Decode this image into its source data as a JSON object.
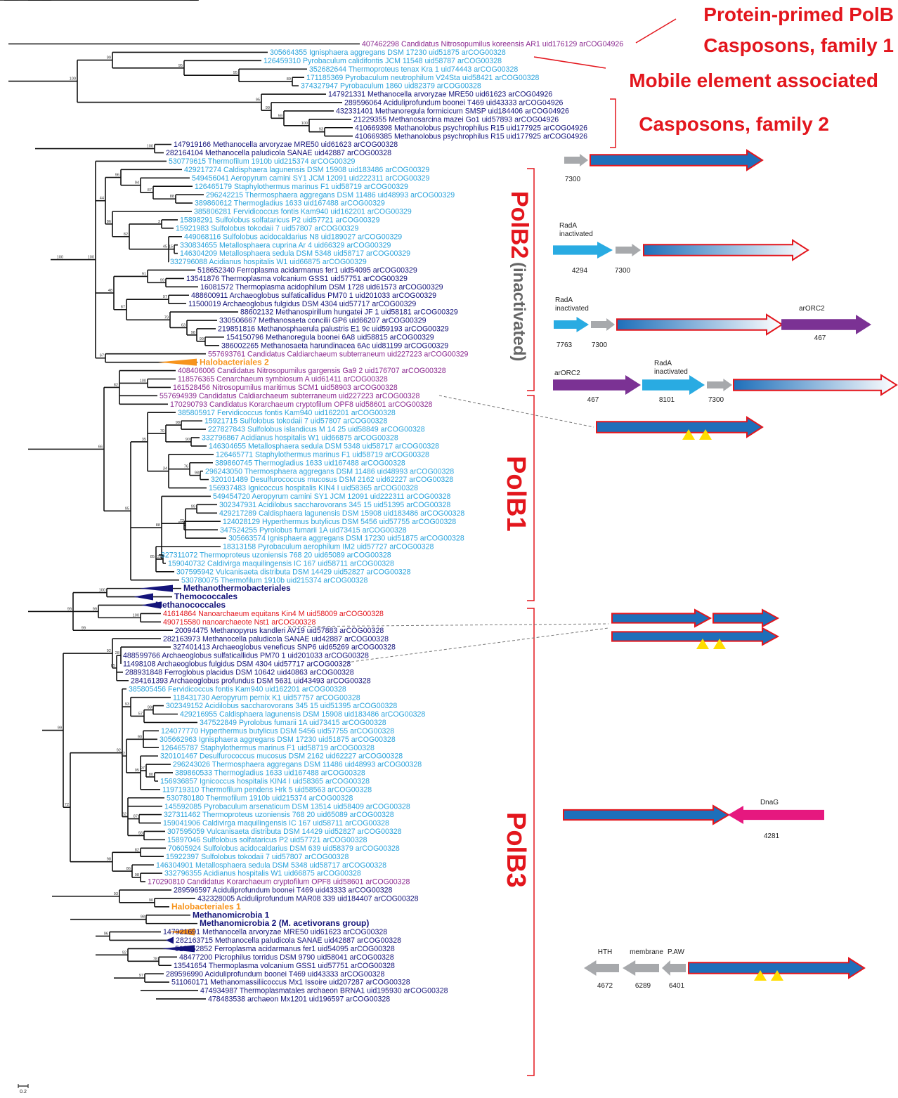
{
  "colors": {
    "crenarchaea": "#2aa3dc",
    "euryarchaea": "#14147a",
    "other": "#8b2a90",
    "nano": "#e3161d",
    "halo": "#f7941d",
    "annot": "#e3161d",
    "polb": "#1e6fba",
    "rada": "#29abe2",
    "orc": "#7b3294",
    "dnag": "#e6187f",
    "grey": "#a7a9ac",
    "motif": "#ffdd00"
  },
  "annotations": {
    "protein_primed_line1": "Protein-primed PolB",
    "protein_primed_line2": "Casposons, family 1",
    "mobile_element": "Mobile element associated",
    "casposons_family2": "Casposons, family 2",
    "polb2": "PolB2",
    "polb2_sub": "(inactivated)",
    "polb1": "PolB1",
    "polb3": "PolB3"
  },
  "scale_bar": "0.2",
  "leaves": [
    {
      "t": "407462298  Candidatus Nitrosopumilus koreensis AR1 uid176129  arCOG04926",
      "c": "other"
    },
    {
      "t": "305664355  Ignisphaera aggregans DSM 17230 uid51875  arCOG00328",
      "c": "crenarchaea"
    },
    {
      "t": "126459310  Pyrobaculum calidifontis JCM 11548 uid58787  arCOG00328",
      "c": "crenarchaea"
    },
    {
      "t": "352682644  Thermoproteus tenax Kra 1 uid74443  arCOG00328",
      "c": "crenarchaea"
    },
    {
      "t": "171185369  Pyrobaculum neutrophilum V24Sta uid58421  arCOG00328",
      "c": "crenarchaea"
    },
    {
      "t": "374327947  Pyrobaculum 1860 uid82379  arCOG00328",
      "c": "crenarchaea"
    },
    {
      "t": "147921331  Methanocella arvoryzae MRE50 uid61623  arCOG04926",
      "c": "euryarchaea"
    },
    {
      "t": "289596064  Aciduliprofundum boonei T469 uid43333  arCOG04926",
      "c": "euryarchaea"
    },
    {
      "t": "432331401  Methanoregula formicicum SMSP uid184406  arCOG04926",
      "c": "euryarchaea"
    },
    {
      "t": "21229355  Methanosarcina mazei Go1 uid57893  arCOG04926",
      "c": "euryarchaea"
    },
    {
      "t": "410669398  Methanolobus psychrophilus R15 uid177925  arCOG04926",
      "c": "euryarchaea"
    },
    {
      "t": "410669385  Methanolobus psychrophilus R15 uid177925  arCOG04926",
      "c": "euryarchaea"
    },
    {
      "t": "147919166  Methanocella arvoryzae MRE50 uid61623  arCOG00328",
      "c": "euryarchaea"
    },
    {
      "t": "282164104  Methanocella paludicola SANAE uid42887  arCOG00328",
      "c": "euryarchaea"
    },
    {
      "t": "530779615  Thermofilum 1910b uid215374  arCOG00329",
      "c": "crenarchaea"
    },
    {
      "t": "429217274  Caldisphaera lagunensis DSM 15908 uid183486  arCOG00329",
      "c": "crenarchaea"
    },
    {
      "t": "549456041  Aeropyrum camini SY1   JCM 12091 uid222311  arCOG00329",
      "c": "crenarchaea"
    },
    {
      "t": "126465179  Staphylothermus marinus F1 uid58719  arCOG00329",
      "c": "crenarchaea"
    },
    {
      "t": "296242215  Thermosphaera aggregans DSM 11486 uid48993  arCOG00329",
      "c": "crenarchaea"
    },
    {
      "t": "389860612  Thermogladius 1633 uid167488  arCOG00329",
      "c": "crenarchaea"
    },
    {
      "t": "385806281  Fervidicoccus fontis Kam940 uid162201  arCOG00329",
      "c": "crenarchaea"
    },
    {
      "t": "15898291  Sulfolobus solfataricus P2 uid57721  arCOG00329",
      "c": "crenarchaea"
    },
    {
      "t": "15921983  Sulfolobus tokodaii 7 uid57807  arCOG00329",
      "c": "crenarchaea"
    },
    {
      "t": "449068116  Sulfolobus acidocaldarius N8 uid189027  arCOG00329",
      "c": "crenarchaea"
    },
    {
      "t": "330834655  Metallosphaera cuprina Ar 4 uid66329  arCOG00329",
      "c": "crenarchaea"
    },
    {
      "t": "146304209  Metallosphaera sedula DSM 5348 uid58717  arCOG00329",
      "c": "crenarchaea"
    },
    {
      "t": "332796088  Acidianus hospitalis W1 uid66875  arCOG00329",
      "c": "crenarchaea"
    },
    {
      "t": "518652340  Ferroplasma acidarmanus fer1 uid54095  arCOG00329",
      "c": "euryarchaea"
    },
    {
      "t": "13541876  Thermoplasma volcanium GSS1 uid57751  arCOG00329",
      "c": "euryarchaea"
    },
    {
      "t": "16081572  Thermoplasma acidophilum DSM 1728 uid61573  arCOG00329",
      "c": "euryarchaea"
    },
    {
      "t": "488600911  Archaeoglobus sulfaticallidus PM70 1 uid201033  arCOG00329",
      "c": "euryarchaea"
    },
    {
      "t": "11500019  Archaeoglobus fulgidus DSM 4304 uid57717  arCOG00329",
      "c": "euryarchaea"
    },
    {
      "t": "88602132  Methanospirillum hungatei JF 1 uid58181  arCOG00329",
      "c": "euryarchaea"
    },
    {
      "t": "330506667  Methanosaeta concilii GP6 uid66207  arCOG00329",
      "c": "euryarchaea"
    },
    {
      "t": "219851816  Methanosphaerula palustris E1 9c uid59193  arCOG00329",
      "c": "euryarchaea"
    },
    {
      "t": "154150796  Methanoregula boonei 6A8 uid58815  arCOG00329",
      "c": "euryarchaea"
    },
    {
      "t": "386002265  Methanosaeta harundinacea 6Ac uid81199  arCOG00329",
      "c": "euryarchaea"
    },
    {
      "t": "557693761  Candidatus Caldiarchaeum subterraneum uid227223  arCOG00329",
      "c": "other"
    },
    {
      "t": "Halobacteriales 2",
      "c": "halo",
      "clade": true
    },
    {
      "t": "408406006  Candidatus Nitrosopumilus gargensis Ga9 2 uid176707  arCOG00328",
      "c": "other"
    },
    {
      "t": "118576365  Cenarchaeum symbiosum A uid61411  arCOG00328",
      "c": "other"
    },
    {
      "t": "161528456  Nitrosopumilus maritimus SCM1 uid58903  arCOG00328",
      "c": "other"
    },
    {
      "t": "557694939  Candidatus Caldiarchaeum subterraneum uid227223  arCOG00328",
      "c": "other"
    },
    {
      "t": "170290793  Candidatus Korarchaeum cryptofilum OPF8 uid58601  arCOG00328",
      "c": "other"
    },
    {
      "t": "385805917  Fervidicoccus fontis Kam940 uid162201  arCOG00328",
      "c": "crenarchaea"
    },
    {
      "t": "15921715  Sulfolobus tokodaii 7 uid57807  arCOG00328",
      "c": "crenarchaea"
    },
    {
      "t": "227827843  Sulfolobus islandicus M 14 25 uid58849  arCOG00328",
      "c": "crenarchaea"
    },
    {
      "t": "332796867  Acidianus hospitalis W1 uid66875  arCOG00328",
      "c": "crenarchaea"
    },
    {
      "t": "146304655  Metallosphaera sedula DSM 5348 uid58717  arCOG00328",
      "c": "crenarchaea"
    },
    {
      "t": "126465771  Staphylothermus marinus F1 uid58719  arCOG00328",
      "c": "crenarchaea"
    },
    {
      "t": "389860745  Thermogladius 1633 uid167488  arCOG00328",
      "c": "crenarchaea"
    },
    {
      "t": "296243050  Thermosphaera aggregans DSM 11486 uid48993  arCOG00328",
      "c": "crenarchaea"
    },
    {
      "t": "320101489  Desulfurococcus mucosus DSM 2162 uid62227  arCOG00328",
      "c": "crenarchaea"
    },
    {
      "t": "156937483  Ignicoccus hospitalis KIN4 I uid58365  arCOG00328",
      "c": "crenarchaea"
    },
    {
      "t": "549454720  Aeropyrum camini SY1   JCM 12091 uid222311  arCOG00328",
      "c": "crenarchaea"
    },
    {
      "t": "302347931  Acidilobus saccharovorans 345 15 uid51395  arCOG00328",
      "c": "crenarchaea"
    },
    {
      "t": "429217289  Caldisphaera lagunensis DSM 15908 uid183486  arCOG00328",
      "c": "crenarchaea"
    },
    {
      "t": "124028129  Hyperthermus butylicus DSM 5456 uid57755  arCOG00328",
      "c": "crenarchaea"
    },
    {
      "t": "347524255  Pyrolobus fumarii 1A uid73415  arCOG00328",
      "c": "crenarchaea"
    },
    {
      "t": "305663574  Ignisphaera aggregans DSM 17230 uid51875  arCOG00328",
      "c": "crenarchaea"
    },
    {
      "t": "18313158  Pyrobaculum aerophilum IM2 uid57727  arCOG00328",
      "c": "crenarchaea"
    },
    {
      "t": "327311072  Thermoproteus uzoniensis 768 20 uid65089  arCOG00328",
      "c": "crenarchaea"
    },
    {
      "t": "159040732  Caldivirga maquilingensis IC 167 uid58711  arCOG00328",
      "c": "crenarchaea"
    },
    {
      "t": "307595942  Vulcanisaeta distributa DSM 14429 uid52827  arCOG00328",
      "c": "crenarchaea"
    },
    {
      "t": "530780075  Thermofilum 1910b uid215374  arCOG00328",
      "c": "crenarchaea"
    },
    {
      "t": "Methanothermobacteriales",
      "c": "euryarchaea",
      "clade": true
    },
    {
      "t": "Themococcales",
      "c": "euryarchaea",
      "clade": true
    },
    {
      "t": "Methanococcales",
      "c": "euryarchaea",
      "clade": true
    },
    {
      "t": "41614864  Nanoarchaeum equitans Kin4 M uid58009  arCOG00328",
      "c": "nano"
    },
    {
      "t": "490715580  nanoarchaeote Nst1  arCOG00328",
      "c": "nano"
    },
    {
      "t": "20094475  Methanopyrus kandleri AV19 uid57883  arCOG00328",
      "c": "euryarchaea"
    },
    {
      "t": "282163973  Methanocella paludicola SANAE uid42887  arCOG00328",
      "c": "euryarchaea"
    },
    {
      "t": "327401413  Archaeoglobus veneficus SNP6 uid65269  arCOG00328",
      "c": "euryarchaea"
    },
    {
      "t": "488599766  Archaeoglobus sulfaticallidus PM70 1 uid201033  arCOG00328",
      "c": "euryarchaea"
    },
    {
      "t": "11498108  Archaeoglobus fulgidus DSM 4304 uid57717  arCOG00328",
      "c": "euryarchaea"
    },
    {
      "t": "288931848  Ferroglobus placidus DSM 10642 uid40863  arCOG00328",
      "c": "euryarchaea"
    },
    {
      "t": "284161393  Archaeoglobus profundus DSM 5631 uid43493  arCOG00328",
      "c": "euryarchaea"
    },
    {
      "t": "385805456  Fervidicoccus fontis Kam940 uid162201  arCOG00328",
      "c": "crenarchaea"
    },
    {
      "t": "118431730  Aeropyrum pernix K1 uid57757  arCOG00328",
      "c": "crenarchaea"
    },
    {
      "t": "302349152  Acidilobus saccharovorans 345 15 uid51395  arCOG00328",
      "c": "crenarchaea"
    },
    {
      "t": "429216955  Caldisphaera lagunensis DSM 15908 uid183486  arCOG00328",
      "c": "crenarchaea"
    },
    {
      "t": "347522849  Pyrolobus fumarii 1A uid73415  arCOG00328",
      "c": "crenarchaea"
    },
    {
      "t": "124077770  Hyperthermus butylicus DSM 5456 uid57755  arCOG00328",
      "c": "crenarchaea"
    },
    {
      "t": "305662963  Ignisphaera aggregans DSM 17230 uid51875  arCOG00328",
      "c": "crenarchaea"
    },
    {
      "t": "126465787  Staphylothermus marinus F1 uid58719  arCOG00328",
      "c": "crenarchaea"
    },
    {
      "t": "320101467  Desulfurococcus mucosus DSM 2162 uid62227  arCOG00328",
      "c": "crenarchaea"
    },
    {
      "t": "296243026  Thermosphaera aggregans DSM 11486 uid48993  arCOG00328",
      "c": "crenarchaea"
    },
    {
      "t": "389860533  Thermogladius 1633 uid167488  arCOG00328",
      "c": "crenarchaea"
    },
    {
      "t": "156936857  Ignicoccus hospitalis KIN4 I uid58365  arCOG00328",
      "c": "crenarchaea"
    },
    {
      "t": "119719310  Thermofilum pendens Hrk 5 uid58563  arCOG00328",
      "c": "crenarchaea"
    },
    {
      "t": "530780180  Thermofilum 1910b uid215374  arCOG00328",
      "c": "crenarchaea"
    },
    {
      "t": "145592085  Pyrobaculum arsenaticum DSM 13514 uid58409  arCOG00328",
      "c": "crenarchaea"
    },
    {
      "t": "327311462  Thermoproteus uzoniensis 768 20 uid65089  arCOG00328",
      "c": "crenarchaea"
    },
    {
      "t": "159041906  Caldivirga maquilingensis IC 167 uid58711  arCOG00328",
      "c": "crenarchaea"
    },
    {
      "t": "307595059  Vulcanisaeta distributa DSM 14429 uid52827  arCOG00328",
      "c": "crenarchaea"
    },
    {
      "t": "15897046  Sulfolobus solfataricus P2 uid57721  arCOG00328",
      "c": "crenarchaea"
    },
    {
      "t": "70605924  Sulfolobus acidocaldarius DSM 639 uid58379  arCOG00328",
      "c": "crenarchaea"
    },
    {
      "t": "15922397  Sulfolobus tokodaii 7 uid57807  arCOG00328",
      "c": "crenarchaea"
    },
    {
      "t": "146304901  Metallosphaera sedula DSM 5348 uid58717  arCOG00328",
      "c": "crenarchaea"
    },
    {
      "t": "332796355  Acidianus hospitalis W1 uid66875  arCOG00328",
      "c": "crenarchaea"
    },
    {
      "t": "170290810  Candidatus Korarchaeum cryptofilum OPF8 uid58601  arCOG00328",
      "c": "other"
    },
    {
      "t": "289596597  Aciduliprofundum boonei T469 uid43333  arCOG00328",
      "c": "euryarchaea"
    },
    {
      "t": "432328005  Aciduliprofundum MAR08 339 uid184407  arCOG00328",
      "c": "euryarchaea"
    },
    {
      "t": "Halobacteriales 1",
      "c": "halo",
      "clade": true
    },
    {
      "t": "Methanomicrobia  1",
      "c": "euryarchaea",
      "clade": true
    },
    {
      "t": "Methanomicrobia  2 (M. acetivorans group)",
      "c": "euryarchaea",
      "clade": true
    },
    {
      "t": "147921691  Methanocella arvoryzae MRE50 uid61623  arCOG00328",
      "c": "euryarchaea"
    },
    {
      "t": "282163715  Methanocella paludicola SANAE uid42887  arCOG00328",
      "c": "euryarchaea"
    },
    {
      "t": "518652852  Ferroplasma acidarmanus fer1 uid54095  arCOG00328",
      "c": "euryarchaea"
    },
    {
      "t": "48477200  Picrophilus torridus DSM 9790 uid58041  arCOG00328",
      "c": "euryarchaea"
    },
    {
      "t": "13541654  Thermoplasma volcanium GSS1 uid57751  arCOG00328",
      "c": "euryarchaea"
    },
    {
      "t": "289596990  Aciduliprofundum boonei T469 uid43333  arCOG00328",
      "c": "euryarchaea"
    },
    {
      "t": "511060171  Methanomassiliicoccus Mx1 Issoire uid207287  arCOG00328",
      "c": "euryarchaea"
    },
    {
      "t": "474934987  Thermoplasmatales archaeon BRNA1 uid195930  arCOG00328",
      "c": "euryarchaea"
    },
    {
      "t": "478483538  archaeon Mx1201 uid196597  arCOG00328",
      "c": "euryarchaea"
    }
  ],
  "bootstraps": [
    "89",
    "95",
    "95",
    "99",
    "93",
    "100",
    "59",
    "99",
    "95",
    "100",
    "100",
    "88",
    "87",
    "94",
    "96",
    "3",
    "15",
    "45",
    "82",
    "86",
    "44",
    "99",
    "91",
    "97",
    "99",
    "98",
    "63",
    "79",
    "87",
    "48",
    "67",
    "100",
    "100",
    "100",
    "82",
    "98",
    "90",
    "70",
    "98",
    "76",
    "34",
    "35",
    "99",
    "84",
    "72",
    "31",
    "85",
    "88",
    "95",
    "66",
    "100",
    "100",
    "99",
    "99",
    "99",
    "28",
    "85",
    "92",
    "98",
    "57",
    "93",
    "90",
    "80",
    "97",
    "95",
    "92",
    "87",
    "93",
    "82",
    "92",
    "82",
    "98",
    "86",
    "98",
    "72",
    "99",
    "90",
    "93",
    "98",
    "96",
    "78",
    "92",
    "97",
    "100",
    "100",
    "100",
    "89",
    "95",
    "90",
    "94",
    "99",
    "96"
  ],
  "gene_maps": {
    "g1": {
      "left_id": "7300"
    },
    "g2": {
      "rada": "RadA\ninactivated",
      "rada_id": "4294",
      "grey_id": "7300"
    },
    "g3": {
      "rada": "RadA\ninactivated",
      "rada_id": "7763",
      "grey_id": "7300",
      "orc": "arORC2",
      "orc_id": "467"
    },
    "g4": {
      "orc": "arORC2",
      "orc_id": "467",
      "rada": "RadA\ninactivated",
      "rada_id": "8101",
      "grey_id": "7300"
    },
    "g7": {
      "dnag": "DnaG",
      "dnag_id": "4281"
    },
    "g8": {
      "hth": "HTH",
      "hth_id": "4672",
      "mem": "membrane",
      "mem_id": "6289",
      "paw": "P.AW",
      "paw_id": "6401"
    }
  }
}
